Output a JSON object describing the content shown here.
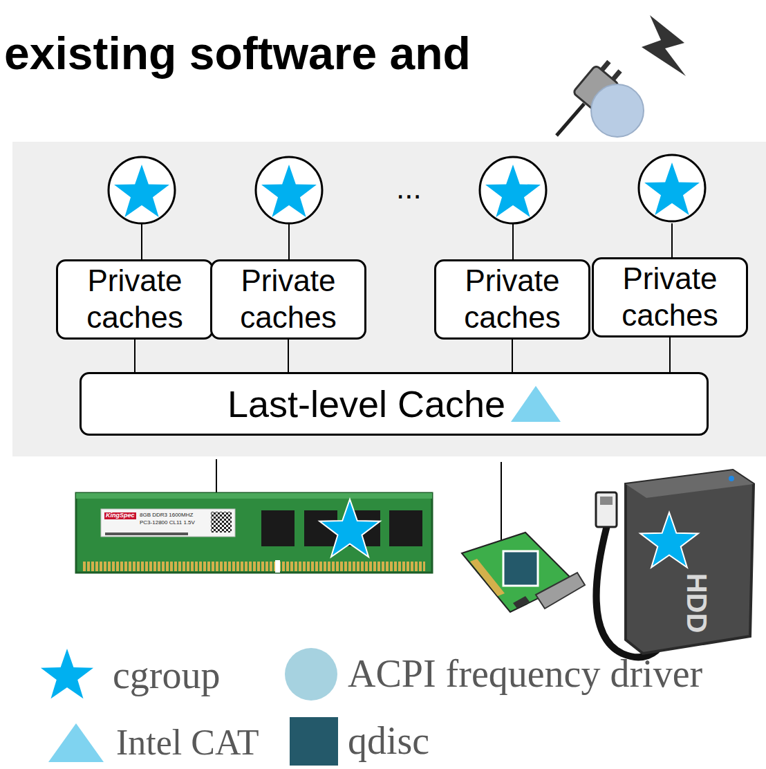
{
  "diagram": {
    "title": "existing software and",
    "nodes": [
      {
        "text": [
          "Private caches"
        ]
      },
      {
        "text": [
          "Private caches"
        ]
      },
      {
        "text": [
          "Private caches"
        ]
      },
      {
        "text": [
          "Private caches"
        ]
      },
      {
        "text": [
          "Last-level Cache"
        ]
      }
    ],
    "edges": [
      {
        "from": 0,
        "to": 4,
        "arrow": "none"
      },
      {
        "from": 1,
        "to": 4,
        "arrow": "none"
      },
      {
        "from": 2,
        "to": 4,
        "arrow": "none"
      },
      {
        "from": 3,
        "to": 4,
        "arrow": "none"
      }
    ],
    "labels": [
      "...",
      "KingSpec",
      "8GB DDR3 1600MHZ",
      "PC3-12800 CL11 1.5V",
      "HDD"
    ],
    "legend": [
      {
        "text": "cgroup",
        "color": "#00b0f0"
      },
      {
        "text": "ACPI frequency driver",
        "color": "#a6d2e0"
      },
      {
        "text": "Intel CAT",
        "color": "#7fd3f0"
      },
      {
        "text": "qdisc",
        "color": "#24596a"
      }
    ]
  }
}
